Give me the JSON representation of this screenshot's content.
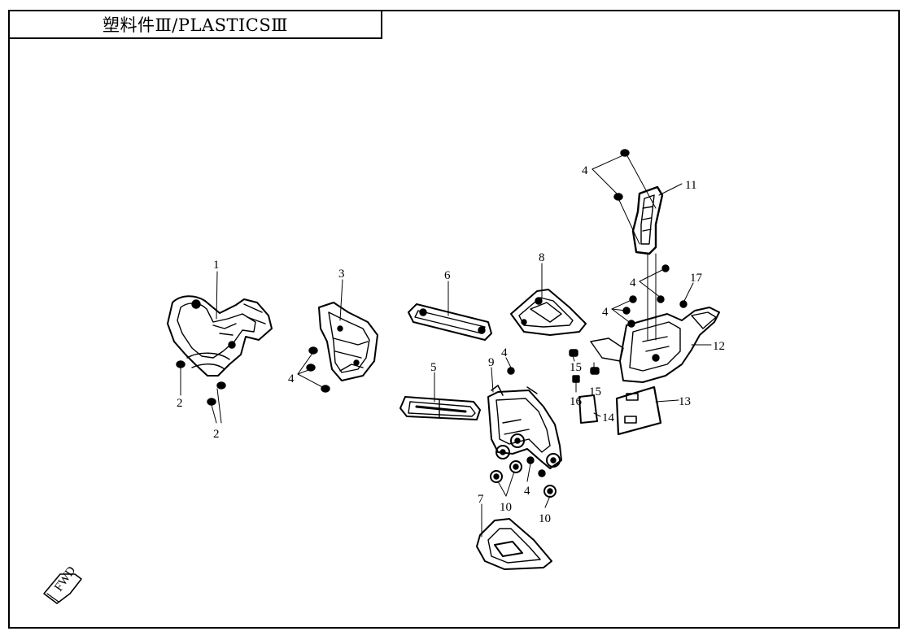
{
  "title": "塑料件Ⅲ/PLASTICSⅢ",
  "fwd_label": "FWD",
  "callouts": {
    "c1": "1",
    "c2a": "2",
    "c2b": "2",
    "c3": "3",
    "c4a": "4",
    "c4b": "4",
    "c4c": "4",
    "c4d": "4",
    "c4e": "4",
    "c4f": "4",
    "c5": "5",
    "c6": "6",
    "c7": "7",
    "c8": "8",
    "c9": "9",
    "c10a": "10",
    "c10b": "10",
    "c11": "11",
    "c12": "12",
    "c13": "13",
    "c14": "14",
    "c15a": "15",
    "c15b": "15",
    "c16": "16",
    "c17": "17"
  }
}
